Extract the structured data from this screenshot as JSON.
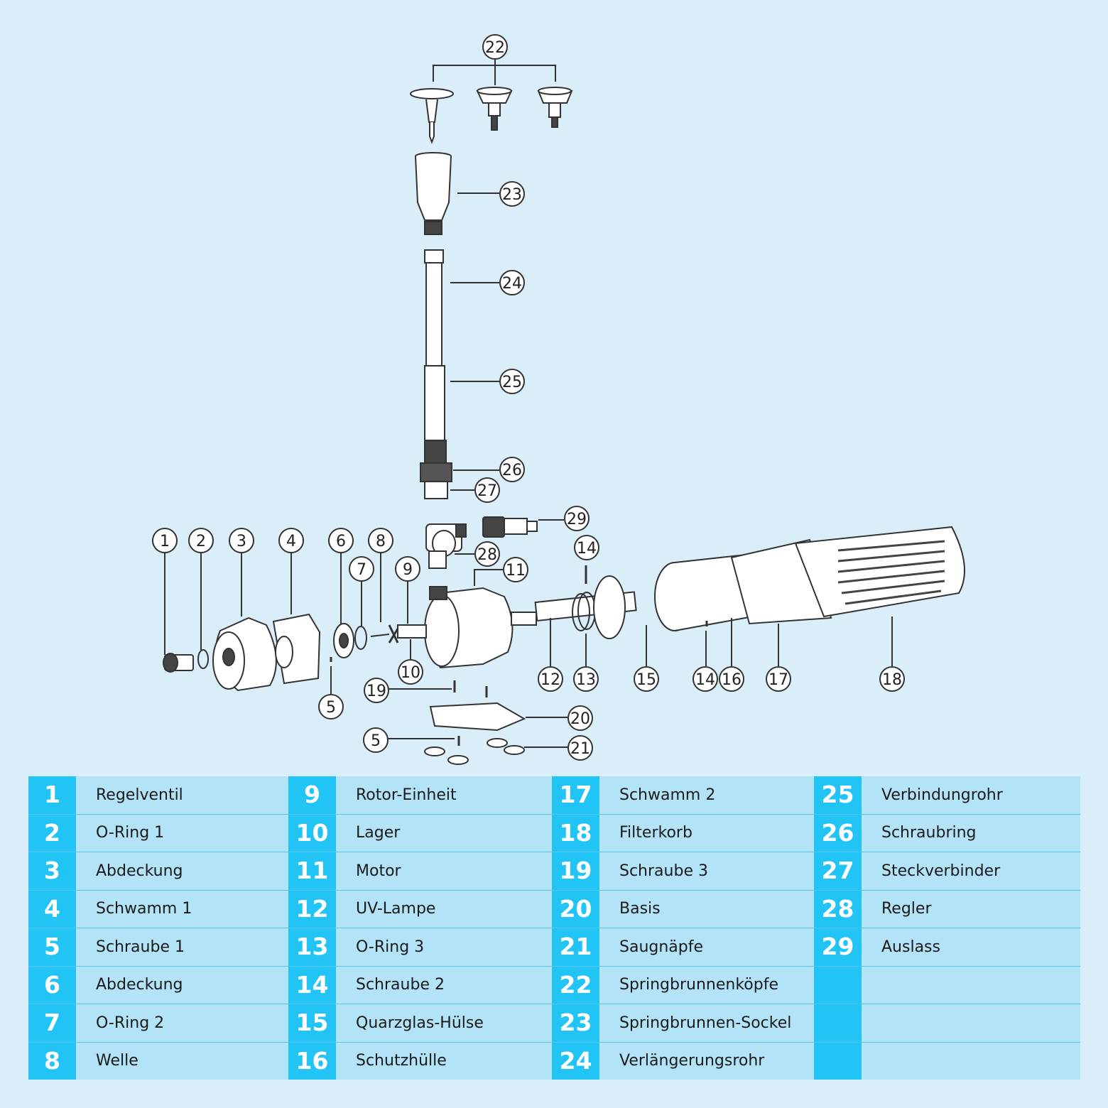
{
  "callouts": [
    "1",
    "2",
    "3",
    "4",
    "5",
    "6",
    "7",
    "8",
    "9",
    "10",
    "11",
    "12",
    "13",
    "14",
    "15",
    "16",
    "17",
    "18",
    "19",
    "20",
    "21",
    "22",
    "23",
    "24",
    "25",
    "26",
    "27",
    "28",
    "29"
  ],
  "parts": [
    {
      "num": "1",
      "label": "Regelventil"
    },
    {
      "num": "2",
      "label": "O-Ring 1"
    },
    {
      "num": "3",
      "label": "Abdeckung"
    },
    {
      "num": "4",
      "label": "Schwamm 1"
    },
    {
      "num": "5",
      "label": "Schraube 1"
    },
    {
      "num": "6",
      "label": "Abdeckung"
    },
    {
      "num": "7",
      "label": "O-Ring 2"
    },
    {
      "num": "8",
      "label": "Welle"
    },
    {
      "num": "9",
      "label": "Rotor-Einheit"
    },
    {
      "num": "10",
      "label": "Lager"
    },
    {
      "num": "11",
      "label": "Motor"
    },
    {
      "num": "12",
      "label": "UV-Lampe"
    },
    {
      "num": "13",
      "label": "O-Ring 3"
    },
    {
      "num": "14",
      "label": "Schraube 2"
    },
    {
      "num": "15",
      "label": "Quarzglas-Hülse"
    },
    {
      "num": "16",
      "label": "Schutzhülle"
    },
    {
      "num": "17",
      "label": "Schwamm 2"
    },
    {
      "num": "18",
      "label": "Filterkorb"
    },
    {
      "num": "19",
      "label": "Schraube 3"
    },
    {
      "num": "20",
      "label": "Basis"
    },
    {
      "num": "21",
      "label": "Saugnäpfe"
    },
    {
      "num": "22",
      "label": "Springbrunnenköpfe"
    },
    {
      "num": "23",
      "label": "Springbrunnen-Sockel"
    },
    {
      "num": "24",
      "label": "Verlängerungsrohr"
    },
    {
      "num": "25",
      "label": "Verbindungrohr"
    },
    {
      "num": "26",
      "label": "Schraubring"
    },
    {
      "num": "27",
      "label": "Steckverbinder"
    },
    {
      "num": "28",
      "label": "Regler"
    },
    {
      "num": "29",
      "label": "Auslass"
    }
  ],
  "colors": {
    "background": "#d9eef8",
    "table_background": "#b3e3f6",
    "number_cell": "#22c4f6",
    "line": "#333333"
  }
}
